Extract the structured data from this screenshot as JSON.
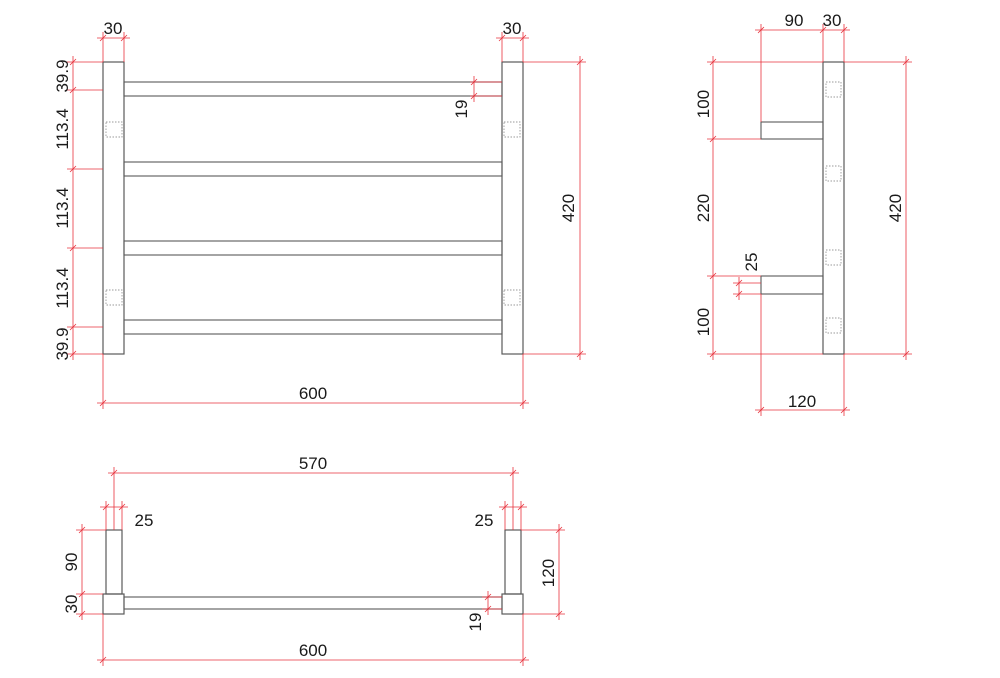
{
  "front_view": {
    "dims": {
      "post_width_left": "30",
      "post_width_right": "30",
      "top_offset": "39.9",
      "spacing_1": "113.4",
      "spacing_2": "113.4",
      "spacing_3": "113.4",
      "bottom_offset": "39.9",
      "rail_diameter": "19",
      "overall_height": "420",
      "overall_width": "600"
    }
  },
  "side_view": {
    "dims": {
      "upper_depth": "90",
      "post_width": "30",
      "top_offset": "100",
      "middle_span": "220",
      "rail_diameter": "25",
      "bottom_offset": "100",
      "overall_height": "420",
      "overall_depth": "120"
    }
  },
  "plan_view": {
    "dims": {
      "inner_span": "570",
      "rail_left": "25",
      "rail_right": "25",
      "depth_upper": "90",
      "depth_lower": "30",
      "overall_depth": "120",
      "rail_diameter": "19",
      "overall_width": "600"
    }
  },
  "colors": {
    "outline": "#5a5a5a",
    "dimension": "#e8323c",
    "text": "#1a1a1a"
  }
}
